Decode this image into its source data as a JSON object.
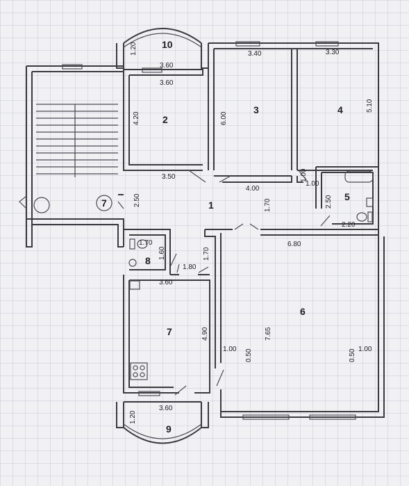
{
  "plan": {
    "rooms": [
      {
        "id": "room-1",
        "number": "1"
      },
      {
        "id": "room-2",
        "number": "2"
      },
      {
        "id": "room-3",
        "number": "3"
      },
      {
        "id": "room-4",
        "number": "4"
      },
      {
        "id": "room-5",
        "number": "5"
      },
      {
        "id": "room-6",
        "number": "6"
      },
      {
        "id": "room-7",
        "number": "7"
      },
      {
        "id": "room-7-circled",
        "number": "7"
      },
      {
        "id": "room-8",
        "number": "8"
      },
      {
        "id": "room-9",
        "number": "9"
      },
      {
        "id": "room-10",
        "number": "10"
      }
    ],
    "dimensions": [
      {
        "id": "dim-10-height",
        "text": "1.20"
      },
      {
        "id": "dim-10-width",
        "text": "3.60"
      },
      {
        "id": "dim-2-width",
        "text": "3.60"
      },
      {
        "id": "dim-2-height",
        "text": "4.20"
      },
      {
        "id": "dim-2-bottom",
        "text": "3.50"
      },
      {
        "id": "dim-3-width",
        "text": "3.40"
      },
      {
        "id": "dim-3-height",
        "text": "6.00"
      },
      {
        "id": "dim-3-bottom",
        "text": "4.00"
      },
      {
        "id": "dim-4-width",
        "text": "3.30"
      },
      {
        "id": "dim-4-height",
        "text": "5.10"
      },
      {
        "id": "dim-corridor-a",
        "text": "1.00"
      },
      {
        "id": "dim-corridor-b",
        "text": "1.00"
      },
      {
        "id": "dim-5-height",
        "text": "2.50"
      },
      {
        "id": "dim-5-width",
        "text": "2.20"
      },
      {
        "id": "dim-1-height",
        "text": "1.70"
      },
      {
        "id": "dim-stair-width",
        "text": "2.50"
      },
      {
        "id": "dim-8-width",
        "text": "1.70"
      },
      {
        "id": "dim-8-height",
        "text": "1.60"
      },
      {
        "id": "dim-corridor-c",
        "text": "1.70"
      },
      {
        "id": "dim-corridor-d",
        "text": "1.80"
      },
      {
        "id": "dim-6-width",
        "text": "6.80"
      },
      {
        "id": "dim-6-height",
        "text": "7.65"
      },
      {
        "id": "dim-6-left-a",
        "text": "1.00"
      },
      {
        "id": "dim-6-left-b",
        "text": "0.50"
      },
      {
        "id": "dim-6-right-a",
        "text": "1.00"
      },
      {
        "id": "dim-6-right-b",
        "text": "0.50"
      },
      {
        "id": "dim-7-width",
        "text": "3.60"
      },
      {
        "id": "dim-7-height",
        "text": "4.90"
      },
      {
        "id": "dim-9-height",
        "text": "1.20"
      },
      {
        "id": "dim-9-width",
        "text": "3.60"
      }
    ]
  }
}
